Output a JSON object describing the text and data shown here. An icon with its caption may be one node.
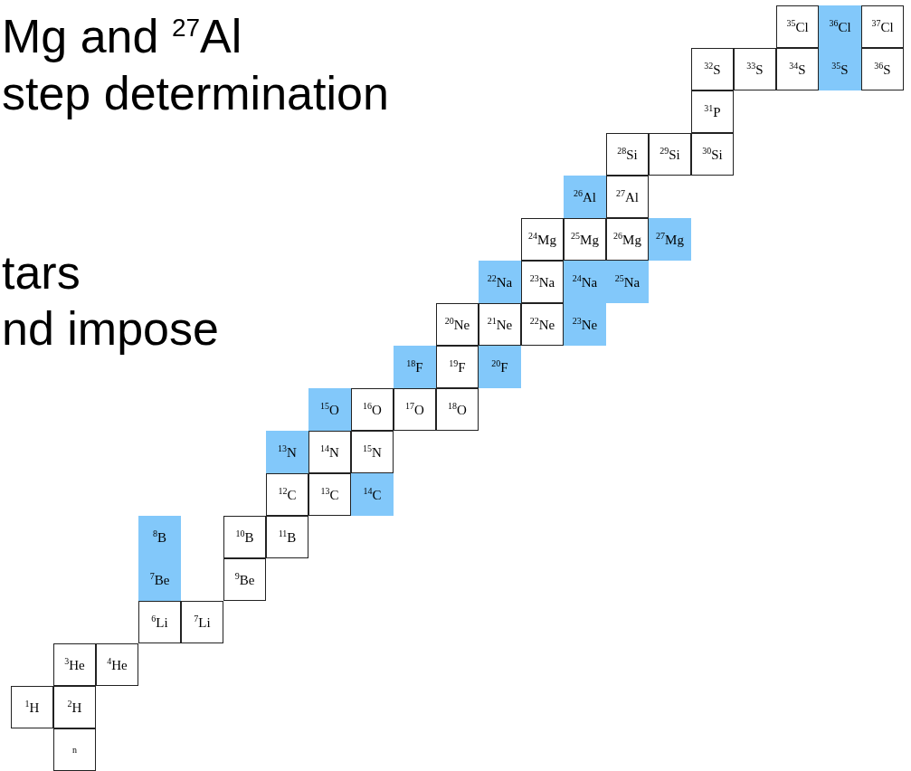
{
  "diagram": {
    "nodes": [
      {
        "text": [
          "$^{35}$Cl"
        ]
      },
      {
        "text": [
          "$^{36}$Cl"
        ]
      },
      {
        "text": [
          "$^{37}$Cl"
        ]
      },
      {
        "text": [
          "$^{32}$S"
        ]
      },
      {
        "text": [
          "$^{33}$S"
        ]
      },
      {
        "text": [
          "$^{34}$S"
        ]
      },
      {
        "text": [
          "$^{35}$S"
        ]
      },
      {
        "text": [
          "$^{36}$S"
        ]
      },
      {
        "text": [
          "$^{31}$P"
        ]
      },
      {
        "text": [
          "$^{28}$Si"
        ]
      },
      {
        "text": [
          "$^{29}$Si"
        ]
      },
      {
        "text": [
          "$^{30}$Si"
        ]
      },
      {
        "text": [
          "$^{26}$Al"
        ]
      },
      {
        "text": [
          "$^{27}$Al"
        ]
      },
      {
        "text": [
          "$^{24}$Mg"
        ]
      },
      {
        "text": [
          "$^{25}$Mg"
        ]
      },
      {
        "text": [
          "$^{26}$Mg"
        ]
      },
      {
        "text": [
          "$^{27}$Mg"
        ]
      },
      {
        "text": [
          "$^{22}$Na"
        ]
      },
      {
        "text": [
          "$^{23}$Na"
        ]
      },
      {
        "text": [
          "$^{24}$Na"
        ]
      },
      {
        "text": [
          "$^{25}$Na"
        ]
      },
      {
        "text": [
          "$^{20}$Ne"
        ]
      },
      {
        "text": [
          "$^{21}$Ne"
        ]
      },
      {
        "text": [
          "$^{22}$Ne"
        ]
      },
      {
        "text": [
          "$^{23}$Ne"
        ]
      },
      {
        "text": [
          "$^{18}$F"
        ]
      },
      {
        "text": [
          "$^{19}$F"
        ]
      },
      {
        "text": [
          "$^{20}$F"
        ]
      },
      {
        "text": [
          "$^{15}$O"
        ]
      },
      {
        "text": [
          "$^{16}$O"
        ]
      },
      {
        "text": [
          "$^{17}$O"
        ]
      },
      {
        "text": [
          "$^{18}$O"
        ]
      },
      {
        "text": [
          "$^{13}$N"
        ]
      },
      {
        "text": [
          "$^{14}$N"
        ]
      },
      {
        "text": [
          "$^{15}$N"
        ]
      },
      {
        "text": [
          "$^{12}$C"
        ]
      },
      {
        "text": [
          "$^{13}$C"
        ]
      },
      {
        "text": [
          "$^{14}$C"
        ]
      },
      {
        "text": [
          "$^{8}$B"
        ]
      },
      {
        "text": [
          "$^{10}$B"
        ]
      },
      {
        "text": [
          "$^{11}$B"
        ]
      },
      {
        "text": [
          "$^{7}$Be"
        ]
      },
      {
        "text": [
          "$^{9}$Be"
        ]
      },
      {
        "text": [
          "$^{6}$Li"
        ]
      },
      {
        "text": [
          "$^{7}$Li"
        ]
      },
      {
        "text": [
          "$^{3}$He"
        ]
      },
      {
        "text": [
          "$^{4}$He"
        ]
      },
      {
        "text": [
          "$^{1}$H"
        ]
      },
      {
        "text": [
          "$^{2}$H"
        ]
      },
      {
        "text": [
          "n"
        ]
      }
    ],
    "labels": [
      "Mg and $^{27}$Al",
      "step determination",
      "tars",
      "nd impose"
    ]
  }
}
